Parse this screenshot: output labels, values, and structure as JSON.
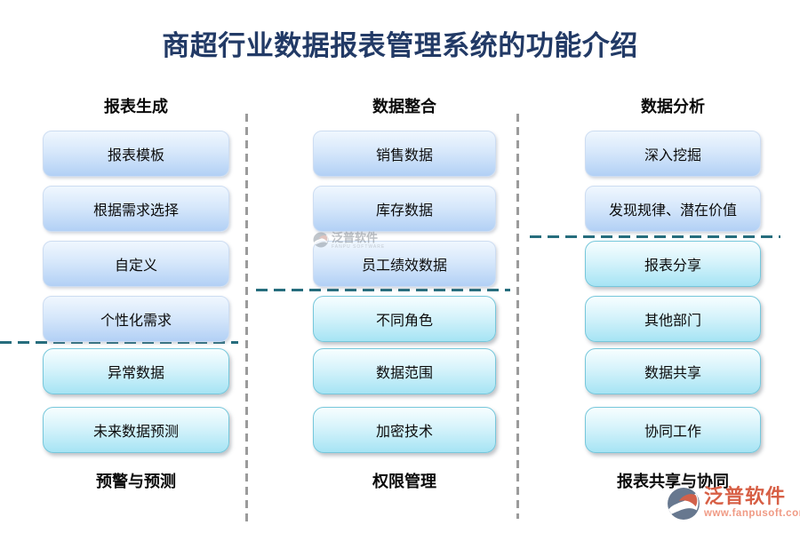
{
  "title": "商超行业数据报表管理系统的功能介绍",
  "columns": [
    {
      "header": "报表生成",
      "footer": "预警与预测",
      "boxes": [
        {
          "label": "报表模板",
          "group": "blue"
        },
        {
          "label": "根据需求选择",
          "group": "blue"
        },
        {
          "label": "自定义",
          "group": "blue"
        },
        {
          "label": "个性化需求",
          "group": "blue"
        },
        {
          "label": "异常数据",
          "group": "cyan"
        },
        {
          "label": "未来数据预测",
          "group": "cyan"
        }
      ]
    },
    {
      "header": "数据整合",
      "footer": "权限管理",
      "boxes": [
        {
          "label": "销售数据",
          "group": "blue"
        },
        {
          "label": "库存数据",
          "group": "blue"
        },
        {
          "label": "员工绩效数据",
          "group": "blue"
        },
        {
          "label": "不同角色",
          "group": "cyan"
        },
        {
          "label": "数据范围",
          "group": "cyan"
        },
        {
          "label": "加密技术",
          "group": "cyan"
        }
      ]
    },
    {
      "header": "数据分析",
      "footer": "报表共享与协同",
      "boxes": [
        {
          "label": "深入挖掘",
          "group": "blue"
        },
        {
          "label": "发现规律、潜在价值",
          "group": "blue"
        },
        {
          "label": "报表分享",
          "group": "cyan"
        },
        {
          "label": "其他部门",
          "group": "cyan"
        },
        {
          "label": "数据共享",
          "group": "cyan"
        },
        {
          "label": "协同工作",
          "group": "cyan"
        }
      ]
    }
  ],
  "watermark": {
    "brand": "泛普软件",
    "sub": "FANPU SOFTWARE"
  },
  "logo": {
    "brand": "泛普软件",
    "url": "www.fanpusoft.com"
  },
  "colors": {
    "title_text": "#223a66",
    "teal_dash": "#266d7d",
    "gray_dash": "#9b9b9b",
    "blue_box_top": "#f0f7fe",
    "blue_box_bottom": "#b2d0f5",
    "cyan_box_top": "#f7feff",
    "cyan_box_bottom": "#a6e4f4",
    "cyan_box_border": "#76c7db",
    "logo_orange": "#d75f45",
    "logo_url_color": "#f09a84"
  }
}
